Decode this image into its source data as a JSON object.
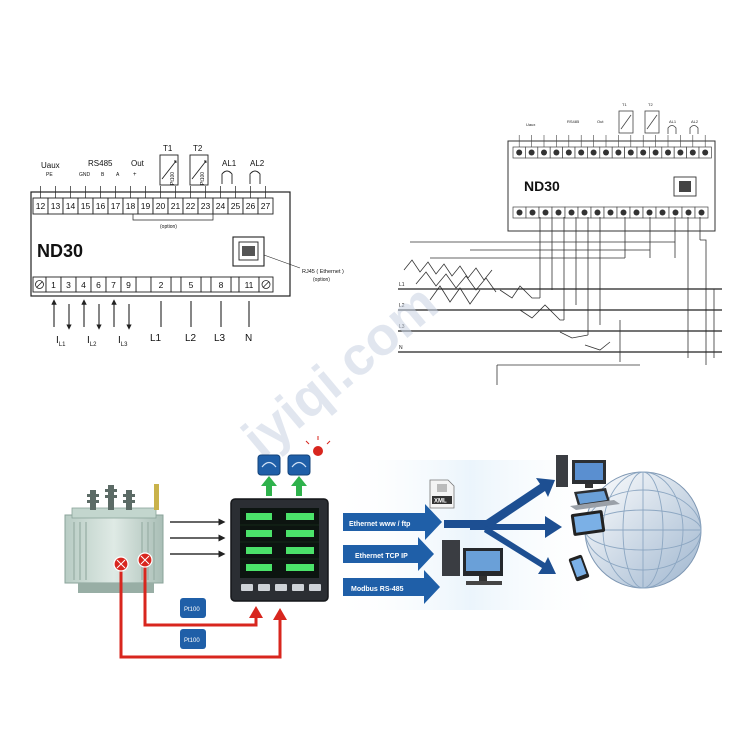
{
  "left_diagram": {
    "model": "ND30",
    "top_groups": {
      "uaux": "Uaux",
      "uaux_sub": "PE",
      "rs485": "RS485",
      "rs485_pins": [
        "GND",
        "B",
        "A"
      ],
      "out": "Out",
      "out_sign": "+",
      "t1": "T1",
      "t2": "T2",
      "pt100": "Pt100",
      "al1": "AL1",
      "al2": "AL2"
    },
    "top_terminals": [
      "12",
      "13",
      "14",
      "15",
      "16",
      "17",
      "18",
      "19",
      "20",
      "21",
      "22",
      "23",
      "24",
      "25",
      "26",
      "27"
    ],
    "option_label": "(option)",
    "rj45_label": "RJ45 ( Ethernet )",
    "rj45_option": "(option)",
    "bottom_terminals": [
      "1",
      "3",
      "4",
      "6",
      "7",
      "9",
      "2",
      "5",
      "8",
      "11"
    ],
    "bottom_labels": {
      "i1": "I",
      "i1_sub": "L1",
      "i2": "I",
      "i2_sub": "L2",
      "i3": "I",
      "i3_sub": "L3",
      "l1": "L1",
      "l2": "L2",
      "l3": "L3",
      "n": "N"
    }
  },
  "right_diagram": {
    "model": "ND30",
    "top_labels": [
      "Uaux",
      "RS485",
      "Out",
      "T1",
      "T2",
      "AL1",
      "AL2"
    ],
    "line_labels": [
      "L1",
      "L2",
      "L3",
      "N"
    ]
  },
  "system": {
    "links": [
      "Ethernet www / ftp",
      "Ethernet TCP IP",
      "Modbus RS-485"
    ],
    "sensor_label": "Pt100",
    "file_label": "XML"
  },
  "watermark": "iyiqi.com",
  "colors": {
    "accent_blue": "#1f5fa8",
    "arrow_blue": "#1d4f92",
    "wire_red": "#d8261e",
    "green": "#2fb24c",
    "line": "#222222"
  }
}
